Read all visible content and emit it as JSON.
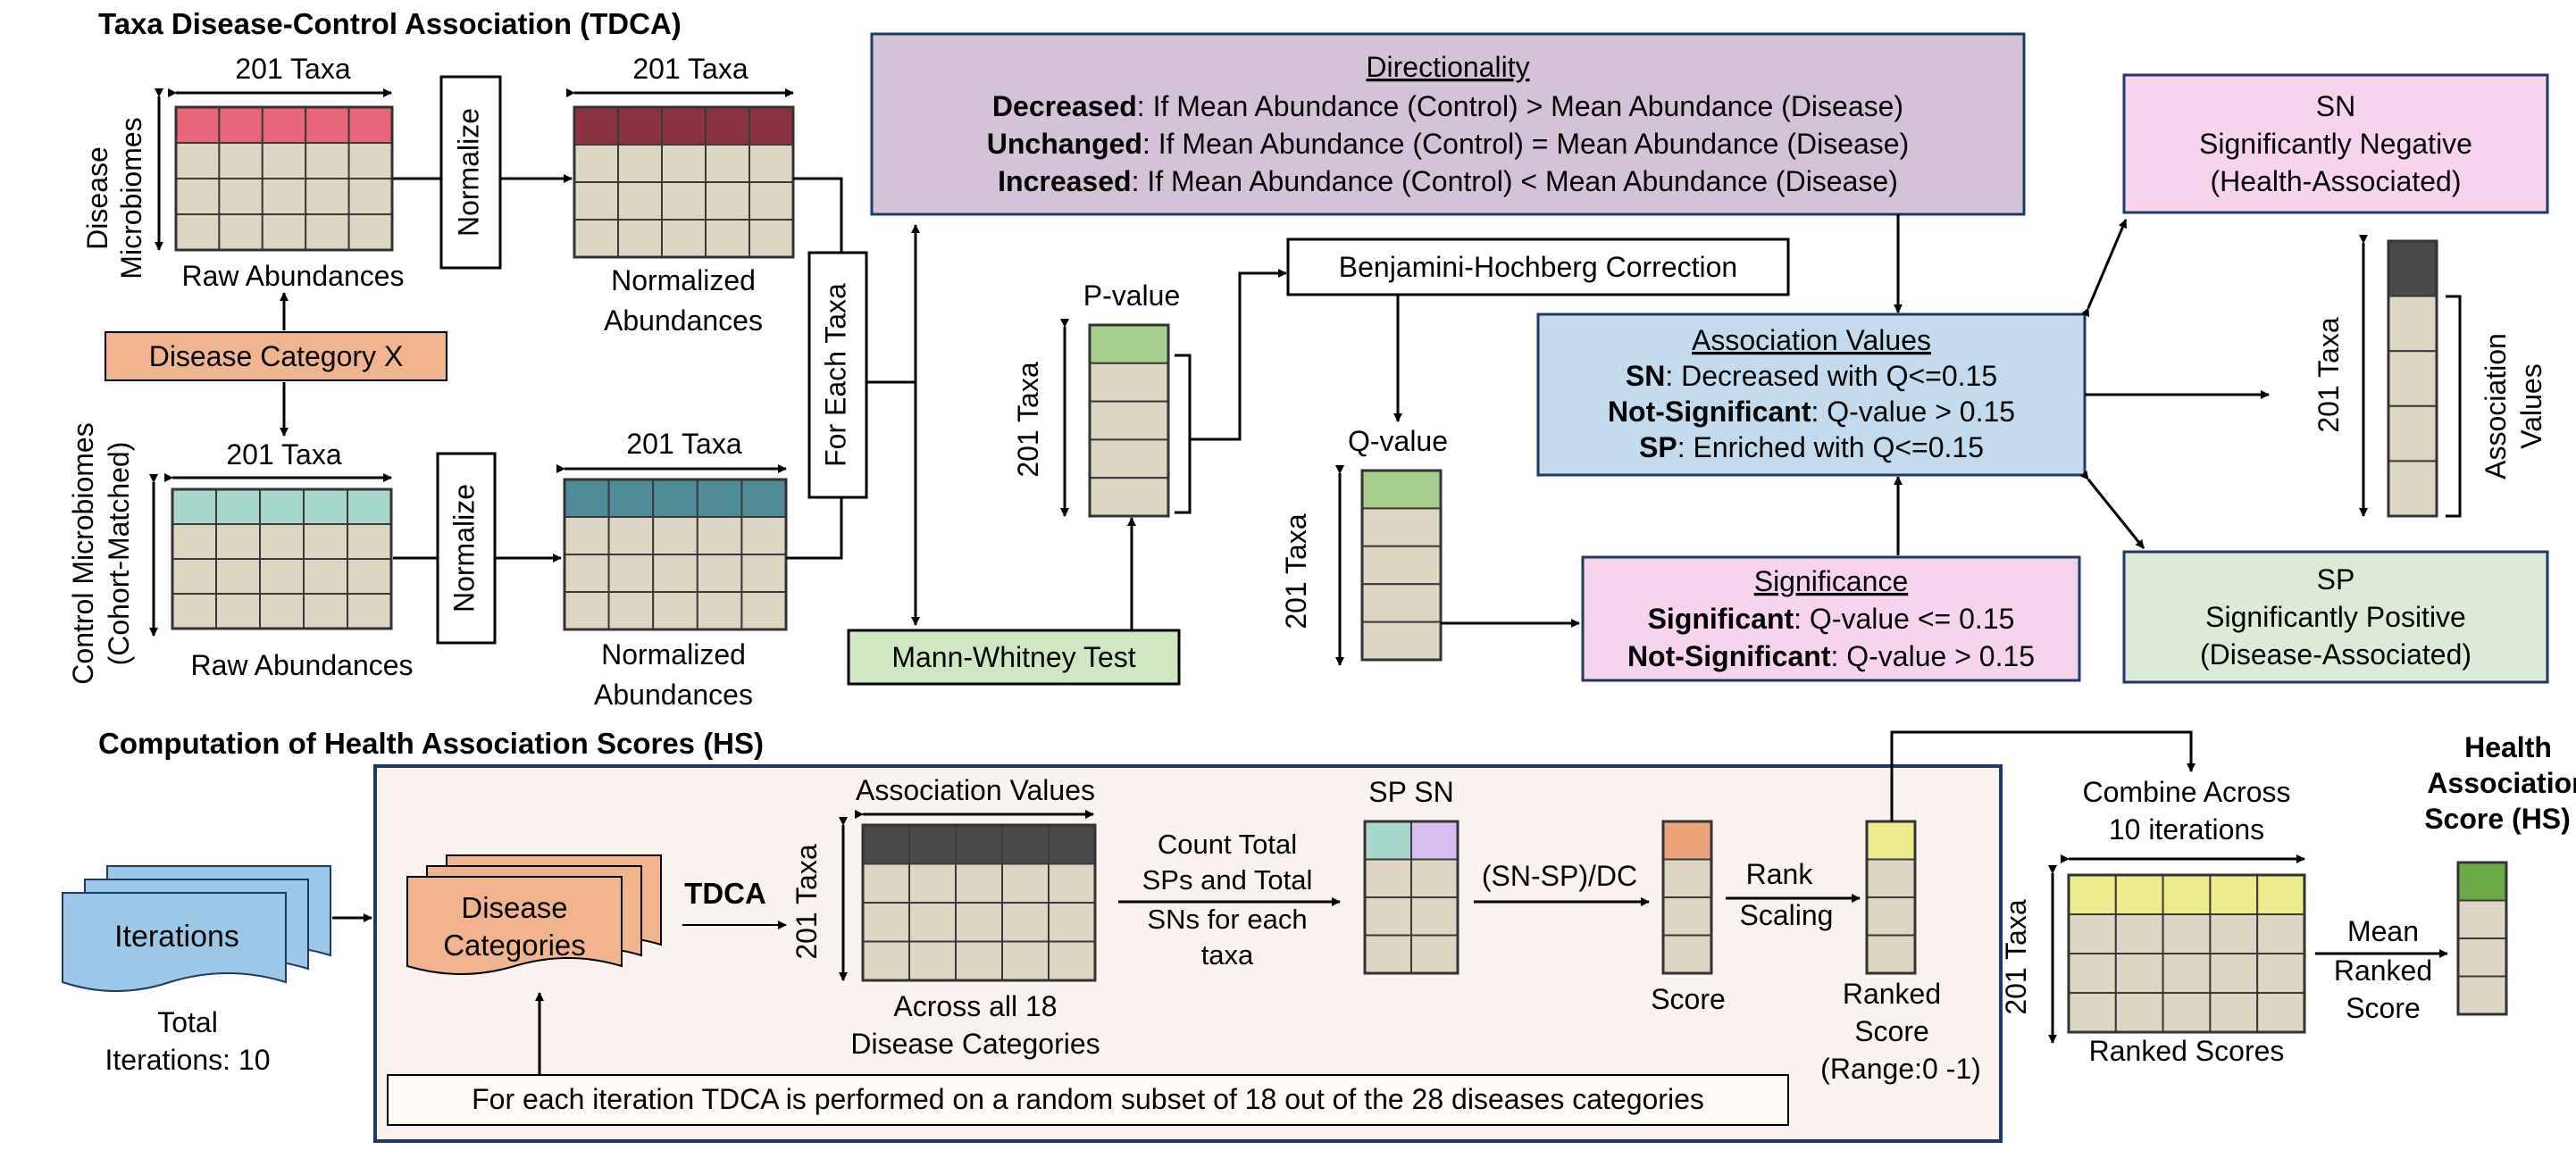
{
  "colors": {
    "cell": "#ddd6c3",
    "grid": "#3a3a3a",
    "disease_row": "#e8657a",
    "disease_norm_row": "#8b3340",
    "control_row": "#a8d8cc",
    "control_norm_row": "#4e8c9a",
    "disease_category_box": "#f2b48f",
    "directionality_box": "#d4c2d8",
    "association_box": "#c3dbef",
    "significance_box": "#f7d3ee",
    "sp_box": "#dcebd6",
    "mann_whitney_box": "#cfe8c2",
    "pvalue_top": "#a6cf8e",
    "assoc_top": "#4a4a4a",
    "sp_cell": "#a8d8cc",
    "sn_cell": "#d6bdf2",
    "score_top": "#eea47a",
    "ranked_top": "#eceb8e",
    "hs_top": "#6aaa44",
    "bottom_panel": "#faf2ee",
    "iterations": "#9cc7e6",
    "panel_border": "#1f3864"
  },
  "top": {
    "section_title": "Taxa Disease-Control Association (TDCA)",
    "disease_side_label_1": "Disease",
    "disease_side_label_2": "Microbiomes",
    "control_side_label_1": "Control Microbiomes",
    "control_side_label_2": "(Cohort-Matched)",
    "taxa_label_1": "201 Taxa",
    "taxa_label_2": "201 Taxa",
    "taxa_label_3": "201 Taxa",
    "taxa_label_4": "201 Taxa",
    "raw_abundances_1": "Raw Abundances",
    "raw_abundances_2": "Raw Abundances",
    "normalized_1a": "Normalized",
    "normalized_1b": "Abundances",
    "normalized_2a": "Normalized",
    "normalized_2b": "Abundances",
    "normalize_1": "Normalize",
    "normalize_2": "Normalize",
    "disease_category": "Disease Category X",
    "for_each_taxa": "For Each Taxa",
    "directionality": {
      "title": "Directionality",
      "l1_bold": "Decreased",
      "l1_rest": ": If Mean Abundance (Control) > Mean Abundance (Disease)",
      "l2_bold": "Unchanged",
      "l2_rest": ": If Mean Abundance (Control) = Mean Abundance (Disease)",
      "l3_bold": "Increased",
      "l3_rest": ": If Mean Abundance (Control) < Mean Abundance (Disease)"
    },
    "pvalue_label": "P-value",
    "pvalue_taxa": "201 Taxa",
    "mann_whitney": "Mann-Whitney Test",
    "bh_correction": "Benjamini-Hochberg Correction",
    "qvalue_label": "Q-value",
    "qvalue_taxa": "201 Taxa",
    "association": {
      "title": "Association Values",
      "l1_bold": "SN",
      "l1_rest": ": Decreased with Q<=0.15",
      "l2_bold": "Not-Significant",
      "l2_rest": ":  Q-value  > 0.15",
      "l3_bold": "SP",
      "l3_rest": ": Enriched with Q<=0.15"
    },
    "significance": {
      "title": "Significance",
      "l1_bold": "Significant",
      "l1_rest": ": Q-value <= 0.15",
      "l2_bold": "Not-Significant",
      "l2_rest": ": Q-value > 0.15"
    },
    "sn_box": {
      "l1": "SN",
      "l2": "Significantly Negative",
      "l3": "(Health-Associated)"
    },
    "sp_box": {
      "l1": "SP",
      "l2": "Significantly Positive",
      "l3": "(Disease-Associated)"
    },
    "assoc_col_taxa": "201 Taxa",
    "assoc_col_label_1": "Association",
    "assoc_col_label_2": "Values"
  },
  "bottom": {
    "section_title": "Computation  of Health Association Scores (HS)",
    "iterations": "Iterations",
    "total_iterations_1": "Total",
    "total_iterations_2": "Iterations: 10",
    "disease_categories_1": "Disease",
    "disease_categories_2": "Categories",
    "tdca": "TDCA",
    "association_values": "Association Values",
    "assoc_taxa": "201 Taxa",
    "across_1": "Across all 18",
    "across_2": "Disease Categories",
    "count_1": "Count Total",
    "count_2": "SPs and Total",
    "count_3": "SNs for each",
    "count_4": "taxa",
    "sp_sn": "SP SN",
    "formula": "(SN-SP)/DC",
    "score": "Score",
    "rank_1": "Rank",
    "rank_2": "Scaling",
    "ranked_1": "Ranked",
    "ranked_2": "Score",
    "ranked_3": "(Range:0 -1)",
    "combine_1": "Combine Across",
    "combine_2": "10 iterations",
    "combine_taxa": "201 Taxa",
    "ranked_scores": "Ranked Scores",
    "mean_1": "Mean",
    "mean_2": "Ranked",
    "mean_3": "Score",
    "hs_1": "Health",
    "hs_2": "Association",
    "hs_3": "Score (HS)",
    "footnote": "For each iteration TDCA is performed on a random subset of 18 out of the 28 diseases categories"
  }
}
